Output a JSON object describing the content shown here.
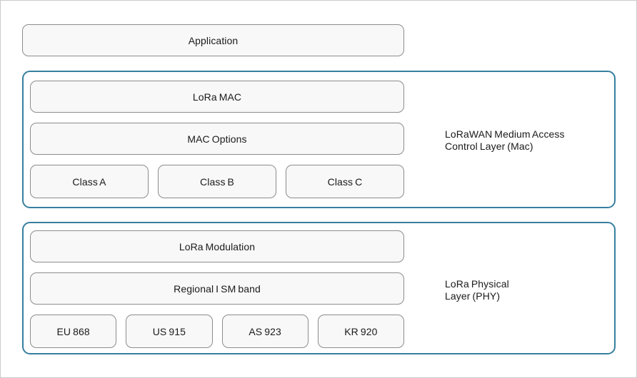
{
  "colors": {
    "container_border": "#377f9f",
    "box_background": "#f8f8f8",
    "box_border": "#8c8c8c",
    "frame_border": "#cbcbcb",
    "text": "#1a1a1a"
  },
  "top_box": {
    "label": "Application"
  },
  "mac_section": {
    "label_line1": "LoRaWAN Medium Access",
    "label_line2": "Control Layer (Mac)",
    "full_boxes": [
      "LoRa MAC",
      "MAC Options"
    ],
    "class_boxes": [
      "Class A",
      "Class B",
      "Class C"
    ]
  },
  "phy_section": {
    "label_line1": "LoRa Physical",
    "label_line2": "Layer (PHY)",
    "full_boxes": [
      "LoRa Modulation",
      "Regional I SM band"
    ],
    "band_boxes": [
      "EU 868",
      "US 915",
      "AS 923",
      "KR 920"
    ]
  }
}
